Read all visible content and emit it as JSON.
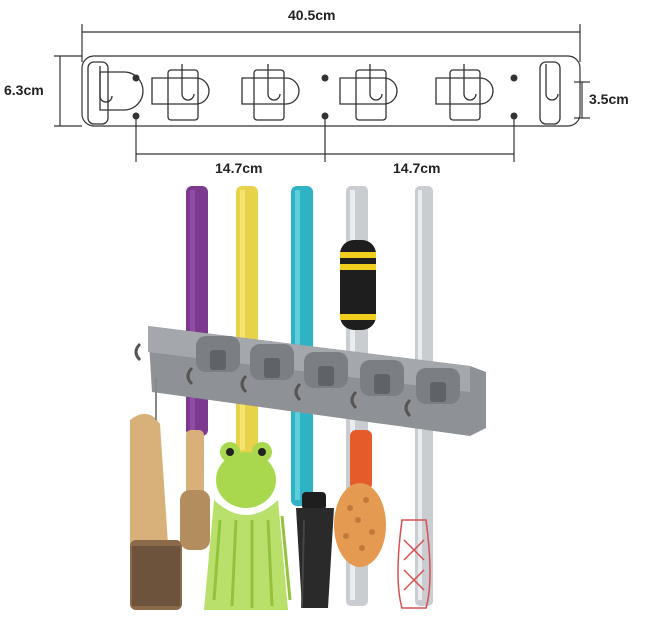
{
  "dimensions": {
    "total_width": "40.5cm",
    "height": "6.3cm",
    "depth": "3.5cm",
    "spacing_left": "14.7cm",
    "spacing_right": "14.7cm"
  },
  "colors": {
    "rack_body": "#9a9da1",
    "rack_shadow": "#6f7276",
    "line_drawing": "#333333",
    "handle_purple": "#7b3a8e",
    "handle_yellow": "#e8d24a",
    "handle_teal": "#2fb3c4",
    "handle_steel": "#c9ccd0",
    "foam_grip_black": "#1e1e1e",
    "foam_grip_yellow": "#f2cf1f",
    "brush_wood": "#d8b07a",
    "frog_green": "#a9d84f",
    "sponge_orange": "#e59a52",
    "umbrella_black": "#2a2a2a"
  },
  "icons": [
    "hook-icon",
    "screw-hole-icon"
  ]
}
